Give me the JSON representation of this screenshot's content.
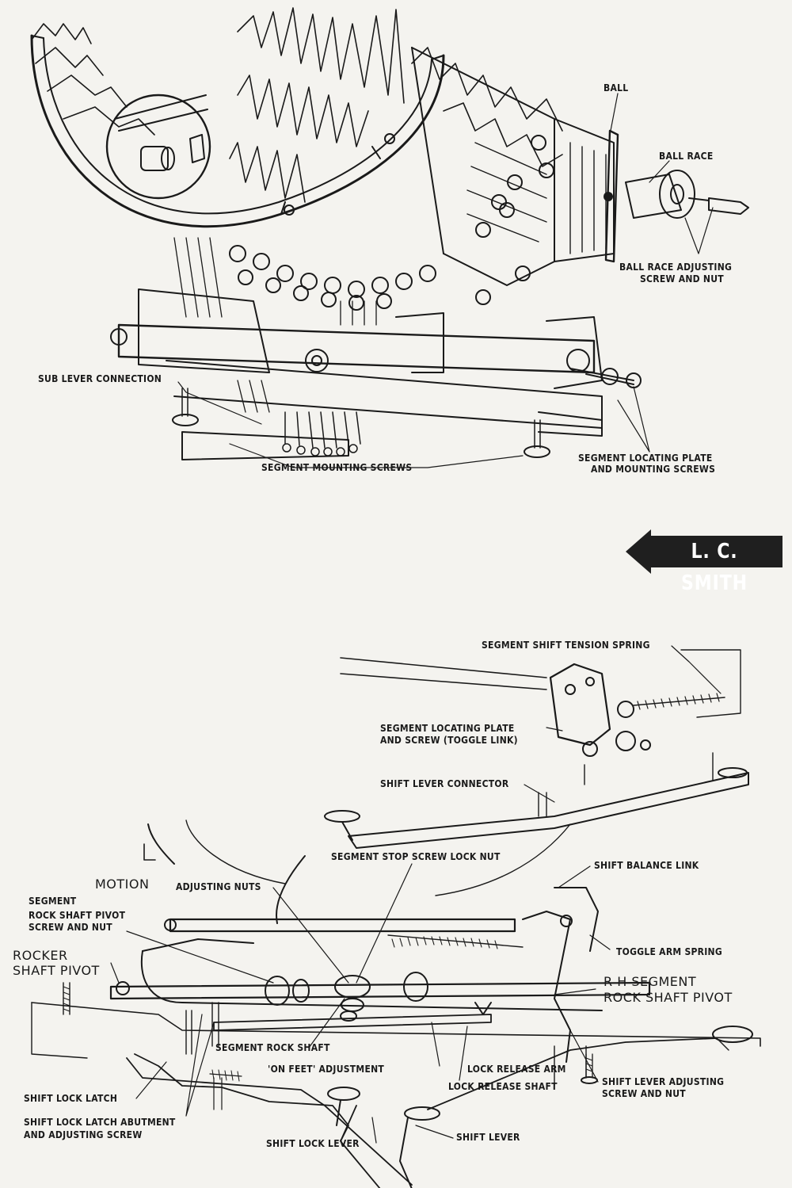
{
  "brand_tag": "L. C. SMITH",
  "top_labels": {
    "ball": "BALL",
    "ball_race": "BALL RACE",
    "ball_race_adjusting": [
      "BALL RACE ADJUSTING",
      "SCREW AND NUT"
    ],
    "sub_lever_connection": "SUB LEVER CONNECTION",
    "segment_mounting_screws": "SEGMENT MOUNTING SCREWS",
    "segment_locating_plate": [
      "SEGMENT LOCATING PLATE",
      "AND MOUNTING SCREWS"
    ]
  },
  "bottom_labels": {
    "segment_shift_tension_spring": "SEGMENT SHIFT TENSION SPRING",
    "segment_locating_plate_toggle": [
      "SEGMENT LOCATING PLATE",
      "AND SCREW (TOGGLE LINK)"
    ],
    "shift_lever_connector": "SHIFT LEVER CONNECTOR",
    "segment_stop_screw_lock_nut": "SEGMENT STOP SCREW LOCK NUT",
    "shift_balance_link": "SHIFT BALANCE LINK",
    "motion": "MOTION",
    "adjusting_nuts": "ADJUSTING NUTS",
    "segment_rock_shaft_pivot": [
      "SEGMENT",
      "ROCK SHAFT PIVOT",
      "SCREW AND NUT"
    ],
    "rocker_shaft_pivot": [
      "ROCKER",
      "SHAFT PIVOT"
    ],
    "toggle_arm_spring": "TOGGLE ARM SPRING",
    "rh_segment_rock_shaft_pivot": [
      "R  H  SEGMENT",
      "ROCK SHAFT PIVOT"
    ],
    "segment_rock_shaft": "SEGMENT ROCK SHAFT",
    "on_feet_adjustment": "'ON FEET' ADJUSTMENT",
    "lock_release_arm": "LOCK RELEASE ARM",
    "lock_release_shaft": "LOCK RELEASE SHAFT",
    "shift_lever_adjusting": [
      "SHIFT LEVER ADJUSTING",
      "SCREW AND NUT"
    ],
    "shift_lock_latch": "SHIFT LOCK LATCH",
    "shift_lock_latch_abutment": [
      "SHIFT LOCK LATCH ABUTMENT",
      "AND ADJUSTING SCREW"
    ],
    "shift_lock_lever": "SHIFT LOCK LEVER",
    "shift_lever": "SHIFT LEVER"
  }
}
